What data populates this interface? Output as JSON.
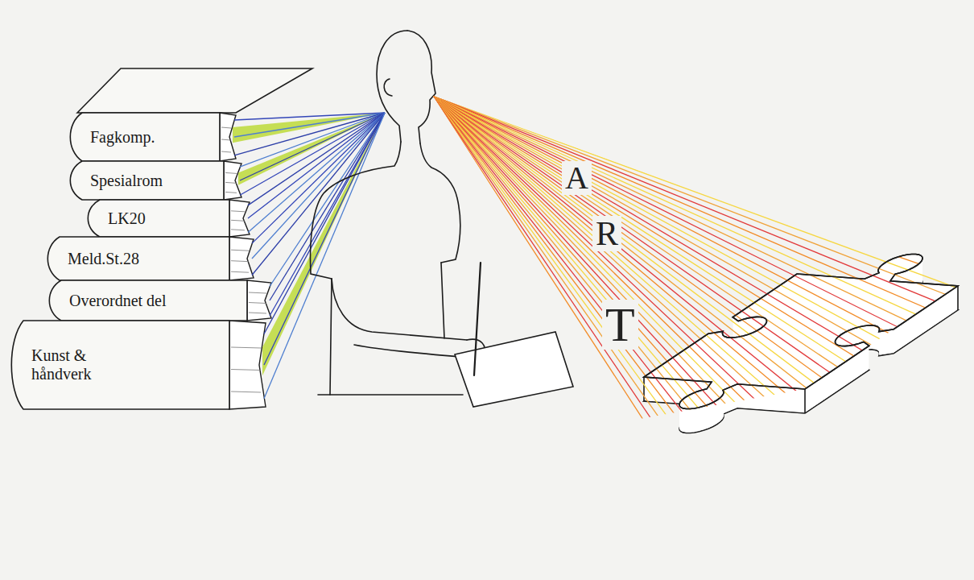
{
  "diagram": {
    "nodes": [
      {
        "text": [
          "Fagkomp."
        ]
      },
      {
        "text": [
          "Spesialrom"
        ]
      },
      {
        "text": [
          "LK20"
        ]
      },
      {
        "text": [
          "Meld.St.28"
        ]
      },
      {
        "text": [
          "Overordnet del"
        ]
      },
      {
        "text": [
          "Kunst & håndverk"
        ]
      }
    ],
    "labels": [
      "A",
      "R",
      "T"
    ]
  }
}
